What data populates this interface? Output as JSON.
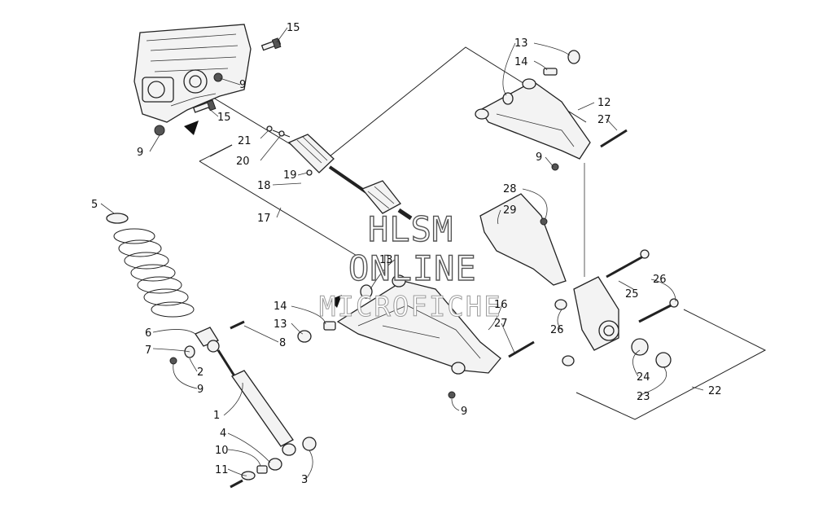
{
  "diagram": {
    "callouts": [
      {
        "id": "c15a",
        "text": "15"
      },
      {
        "id": "c9a",
        "text": "9"
      },
      {
        "id": "c15b",
        "text": "15"
      },
      {
        "id": "c9b",
        "text": "9"
      },
      {
        "id": "c21",
        "text": "21"
      },
      {
        "id": "c20",
        "text": "20"
      },
      {
        "id": "c19",
        "text": "19"
      },
      {
        "id": "c18",
        "text": "18"
      },
      {
        "id": "c17",
        "text": "17"
      },
      {
        "id": "c13a",
        "text": "13"
      },
      {
        "id": "c14a",
        "text": "14"
      },
      {
        "id": "c12",
        "text": "12"
      },
      {
        "id": "c27a",
        "text": "27"
      },
      {
        "id": "c9c",
        "text": "9"
      },
      {
        "id": "c28",
        "text": "28"
      },
      {
        "id": "c29",
        "text": "29"
      },
      {
        "id": "c5",
        "text": "5"
      },
      {
        "id": "c13b",
        "text": "13"
      },
      {
        "id": "c26a",
        "text": "26"
      },
      {
        "id": "c25",
        "text": "25"
      },
      {
        "id": "c14b",
        "text": "14"
      },
      {
        "id": "c16",
        "text": "16"
      },
      {
        "id": "c13c",
        "text": "13"
      },
      {
        "id": "c27b",
        "text": "27"
      },
      {
        "id": "c26b",
        "text": "26"
      },
      {
        "id": "c8",
        "text": "8"
      },
      {
        "id": "c6",
        "text": "6"
      },
      {
        "id": "c7",
        "text": "7"
      },
      {
        "id": "c2",
        "text": "2"
      },
      {
        "id": "c9d",
        "text": "9"
      },
      {
        "id": "c24",
        "text": "24"
      },
      {
        "id": "c23",
        "text": "23"
      },
      {
        "id": "c22",
        "text": "22"
      },
      {
        "id": "c9e",
        "text": "9"
      },
      {
        "id": "c1",
        "text": "1"
      },
      {
        "id": "c4",
        "text": "4"
      },
      {
        "id": "c10",
        "text": "10"
      },
      {
        "id": "c11",
        "text": "11"
      },
      {
        "id": "c3",
        "text": "3"
      }
    ]
  },
  "watermark": {
    "line1": "HLSM",
    "line2": "ONLINE",
    "line3": "MICROFICHE"
  }
}
